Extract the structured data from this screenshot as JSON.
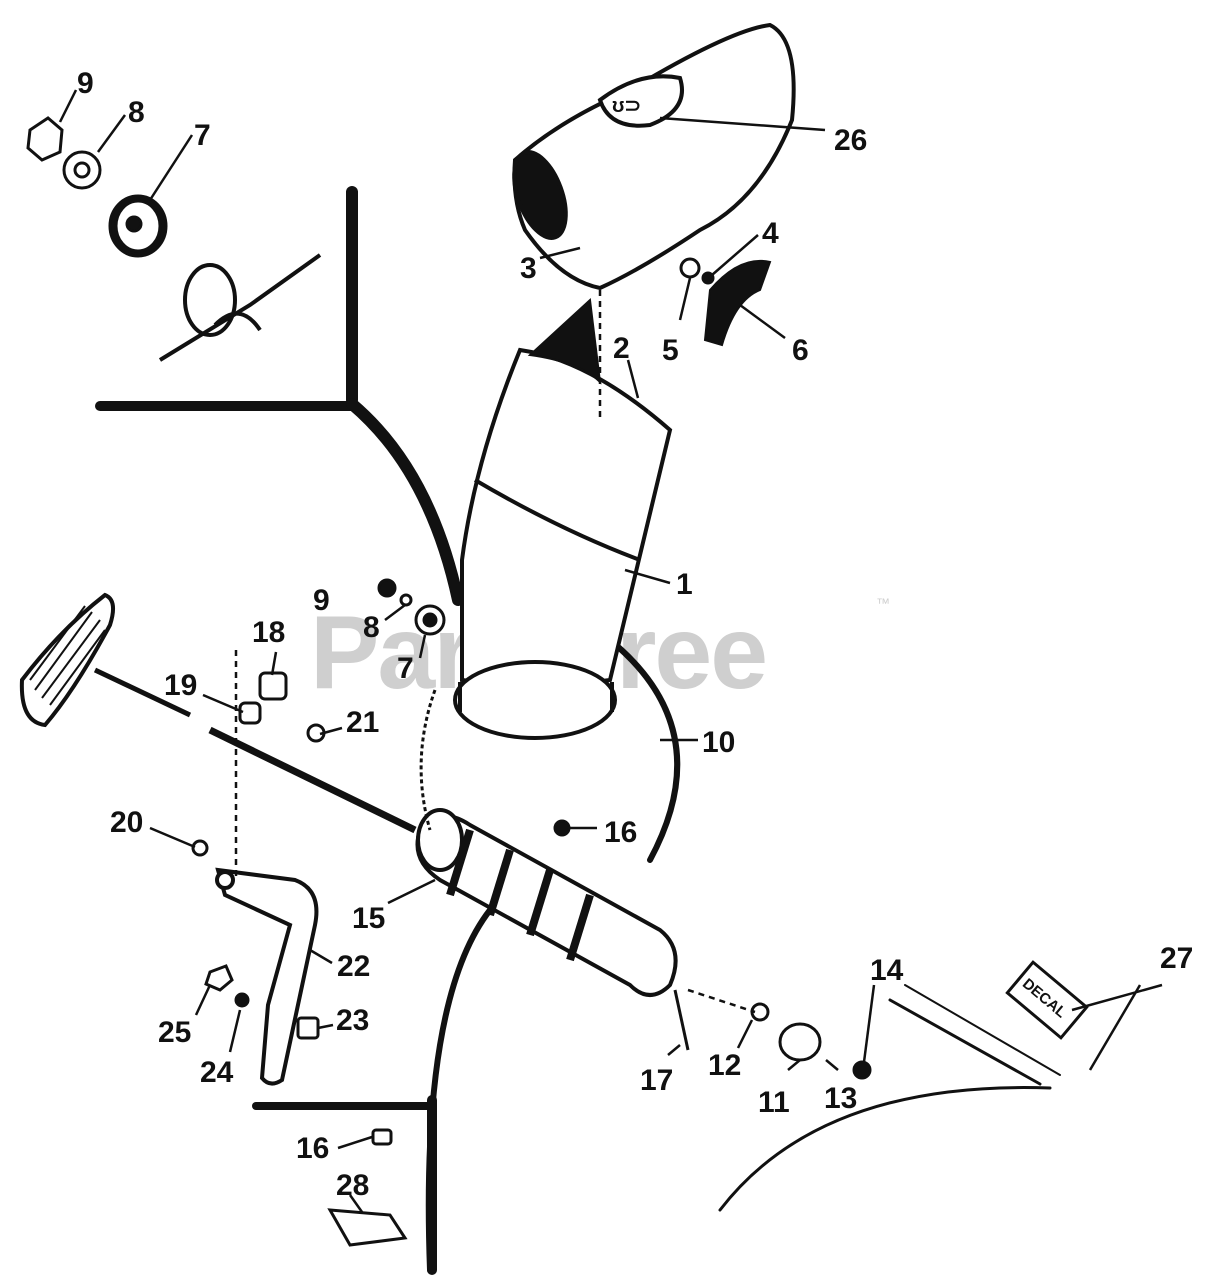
{
  "watermark": {
    "brand": "PartsTree",
    "trademark": "™"
  },
  "decal_text": "DECAL",
  "part_labels": [
    {
      "id": "p9a",
      "text": "9"
    },
    {
      "id": "p8a",
      "text": "8"
    },
    {
      "id": "p7a",
      "text": "7"
    },
    {
      "id": "p26",
      "text": "26"
    },
    {
      "id": "p3",
      "text": "3"
    },
    {
      "id": "p4",
      "text": "4"
    },
    {
      "id": "p5",
      "text": "5"
    },
    {
      "id": "p6",
      "text": "6"
    },
    {
      "id": "p2",
      "text": "2"
    },
    {
      "id": "p1",
      "text": "1"
    },
    {
      "id": "p9b",
      "text": "9"
    },
    {
      "id": "p8b",
      "text": "8"
    },
    {
      "id": "p7b",
      "text": "7"
    },
    {
      "id": "p18",
      "text": "18"
    },
    {
      "id": "p19",
      "text": "19"
    },
    {
      "id": "p21",
      "text": "21"
    },
    {
      "id": "p10",
      "text": "10"
    },
    {
      "id": "p20",
      "text": "20"
    },
    {
      "id": "p16a",
      "text": "16"
    },
    {
      "id": "p15",
      "text": "15"
    },
    {
      "id": "p22",
      "text": "22"
    },
    {
      "id": "p14",
      "text": "14"
    },
    {
      "id": "p27",
      "text": "27"
    },
    {
      "id": "p25",
      "text": "25"
    },
    {
      "id": "p23",
      "text": "23"
    },
    {
      "id": "p24",
      "text": "24"
    },
    {
      "id": "p17",
      "text": "17"
    },
    {
      "id": "p12",
      "text": "12"
    },
    {
      "id": "p11",
      "text": "11"
    },
    {
      "id": "p13",
      "text": "13"
    },
    {
      "id": "p16b",
      "text": "16"
    },
    {
      "id": "p28",
      "text": "28"
    }
  ]
}
